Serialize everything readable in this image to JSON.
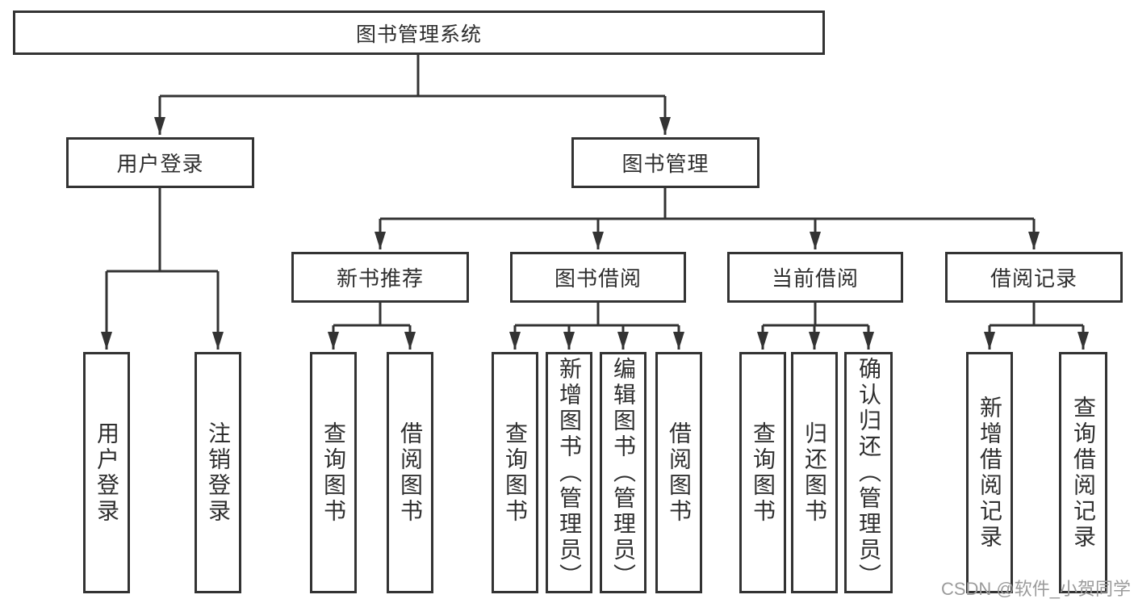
{
  "colors": {
    "line": "#333333",
    "text": "#2f2f2f",
    "box_bg": "#ffffff",
    "watermark": "#9b9b9b",
    "background": "#ffffff"
  },
  "watermark": {
    "text": "CSDN @软件_小贺同学"
  },
  "diagram": {
    "type": "hierarchy-tree",
    "root": {
      "label": "图书管理系统"
    },
    "level2": [
      {
        "label": "用户登录",
        "children": [
          "用户登录",
          "注销登录"
        ]
      },
      {
        "label": "图书管理",
        "children": [
          "新书推荐",
          "图书借阅",
          "当前借阅",
          "借阅记录"
        ]
      }
    ],
    "level3": [
      {
        "label": "新书推荐",
        "parent": "图书管理",
        "children": [
          "查询图书",
          "借阅图书"
        ]
      },
      {
        "label": "图书借阅",
        "parent": "图书管理",
        "children": [
          "查询图书",
          "新增图书（管理员）",
          "编辑图书（管理员）",
          "借阅图书"
        ]
      },
      {
        "label": "当前借阅",
        "parent": "图书管理",
        "children": [
          "查询图书",
          "归还图书",
          "确认归还（管理员）"
        ]
      },
      {
        "label": "借阅记录",
        "parent": "图书管理",
        "children": [
          "新增借阅记录",
          "查询借阅记录"
        ]
      }
    ]
  }
}
